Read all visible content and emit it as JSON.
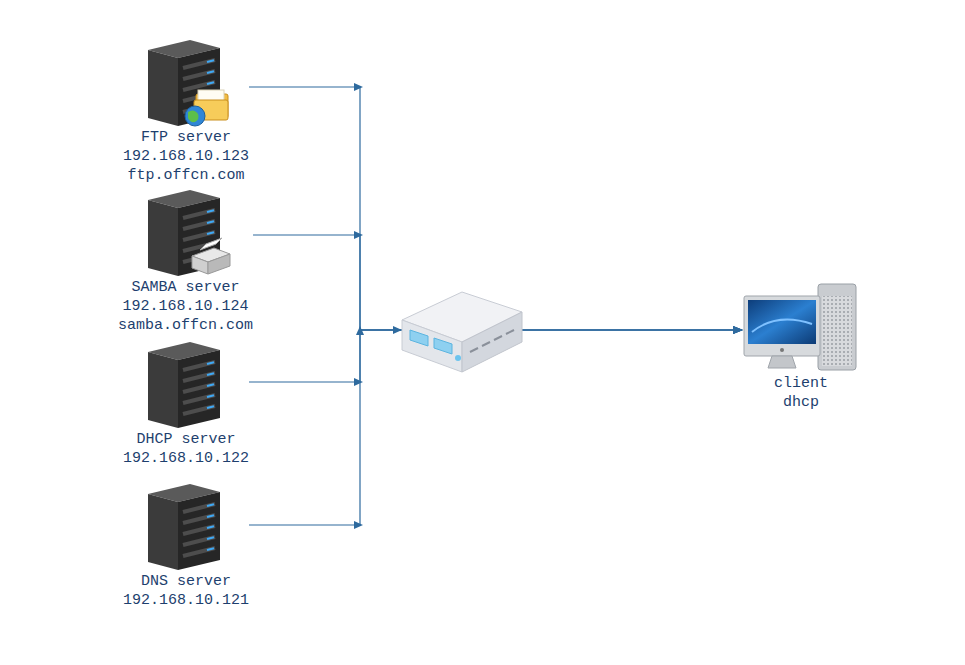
{
  "diagram": {
    "nodes": [
      {
        "text": [
          "FTP server",
          "192.168.10.123",
          "ftp.offcn.com"
        ]
      },
      {
        "text": [
          "SAMBA server",
          "192.168.10.124",
          "samba.offcn.com"
        ]
      },
      {
        "text": [
          "DHCP server",
          "192.168.10.122"
        ]
      },
      {
        "text": [
          "DNS server",
          "192.168.10.121"
        ]
      },
      {
        "text": [
          "client",
          "dhcp"
        ]
      }
    ],
    "edges": [
      {
        "from": 0,
        "to": 4,
        "arrow": "to"
      },
      {
        "from": 1,
        "to": 4,
        "arrow": "to"
      },
      {
        "from": 2,
        "to": 4,
        "arrow": "to"
      },
      {
        "from": 3,
        "to": 4,
        "arrow": "to"
      }
    ]
  }
}
